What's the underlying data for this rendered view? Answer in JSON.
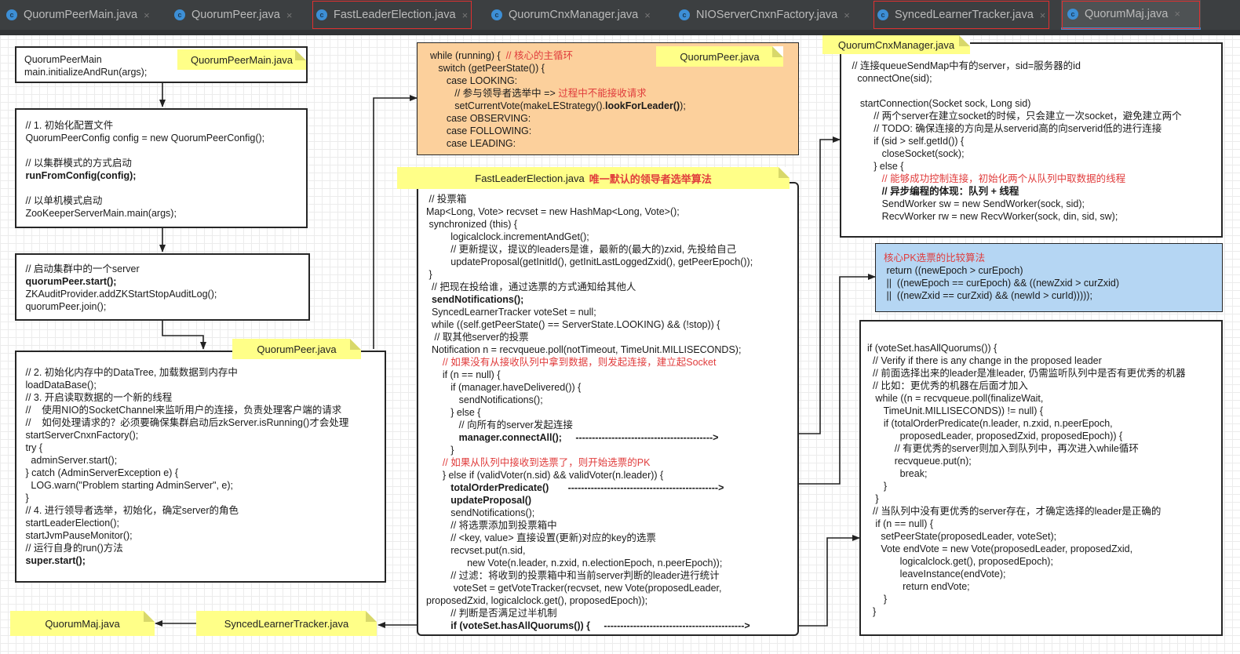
{
  "tabs": [
    {
      "label": "QuorumPeerMain.java",
      "close": "×"
    },
    {
      "label": "QuorumPeer.java",
      "close": "×"
    },
    {
      "label": "FastLeaderElection.java",
      "close": "×"
    },
    {
      "label": "QuorumCnxManager.java",
      "close": "×"
    },
    {
      "label": "NIOServerCnxnFactory.java",
      "close": "×"
    },
    {
      "label": "SyncedLearnerTracker.java",
      "close": "×"
    },
    {
      "label": "QuorumMaj.java",
      "close": "×"
    }
  ],
  "notes": {
    "main": "QuorumPeerMain.java",
    "peer_top": "QuorumPeer.java",
    "peer_left": "QuorumPeer.java",
    "cnx": "QuorumCnxManager.java",
    "fle": "FastLeaderElection.java",
    "fle_red": "唯一默认的领导者选举算法",
    "maj": "QuorumMaj.java",
    "synced": "SyncedLearnerTracker.java"
  },
  "box_main": [
    "QuorumPeerMain",
    "main.initializeAndRun(args);"
  ],
  "box_config": [
    " // 1. 初始化配置文件",
    " QuorumPeerConfig config = new QuorumPeerConfig();",
    "",
    " // 以集群模式的方式启动",
    " runFromConfig(config);",
    "",
    " // 以单机模式启动",
    " ZooKeeperServerMain.main(args);"
  ],
  "box_start": [
    " // 启动集群中的一个server",
    " quorumPeer.start();",
    " ZKAuditProvider.addZKStartStopAuditLog();",
    " quorumPeer.join();"
  ],
  "box_peer": [
    " // 2. 初始化内存中的DataTree, 加载数据到内存中",
    " loadDataBase();",
    " // 3. 开启读取数据的一个新的线程",
    " //    使用NIO的SocketChannel来监听用户的连接，负责处理客户端的请求",
    " //    如何处理请求的？必须要确保集群启动后zkServer.isRunning()才会处理",
    " startServerCnxnFactory();",
    " try {",
    "   adminServer.start();",
    " } catch (AdminServerException e) {",
    "   LOG.warn(\"Problem starting AdminServer\", e);",
    " }",
    " // 4. 进行领导者选举，初始化，确定server的角色",
    " startLeaderElection();",
    " startJvmPauseMonitor();",
    " // 运行自身的run()方法",
    " super.start();"
  ],
  "box_loop": [
    "while (running) {  ",
    "   switch (getPeerState()) {",
    "      case LOOKING:",
    "         // 参与领导者选举中 => ",
    "         setCurrentVote(makeLEStrategy().",
    "      case OBSERVING:",
    "      case FOLLOWING:",
    "      case LEADING:"
  ],
  "box_loop_inline": {
    "comment_red": "// 核心的主循环",
    "no_request_red": "过程中不能接收请求",
    "lookfor": "lookForLeader()",
    "tail": ");"
  },
  "box_fle": [
    " // 投票箱",
    "Map<Long, Vote> recvset = new HashMap<Long, Vote>();",
    " synchronized (this) {",
    "         logicalclock.incrementAndGet();",
    "         // 更新提议，提议的leaders是谁，最新的(最大的)zxid, 先投给自己",
    "         updateProposal(getInitId(), getInitLastLoggedZxid(), getPeerEpoch());",
    " }",
    "  // 把现在投给谁，通过选票的方式通知给其他人",
    "  sendNotifications();",
    "  SyncedLearnerTracker voteSet = null;",
    "  while ((self.getPeerState() == ServerState.LOOKING) && (!stop)) {",
    "   // 取其他server的投票",
    "  Notification n = recvqueue.poll(notTimeout, TimeUnit.MILLISECONDS);",
    "      // 如果没有从接收队列中拿到数据，则发起连接，建立起Socket",
    "      if (n == null) {",
    "         if (manager.haveDelivered()) {",
    "            sendNotifications();",
    "         } else {",
    "            // 向所有的server发起连接",
    "            manager.connectAll();     ------------------------------------------>",
    "         }",
    "      // 如果从队列中接收到选票了，则开始选票的PK",
    "      } else if (validVoter(n.sid) && validVoter(n.leader)) {",
    "         totalOrderPredicate()       ---------------------------------------------->",
    "         updateProposal()",
    "         sendNotifications();",
    "         // 将选票添加到投票箱中",
    "         // <key, value> 直接设置(更新)对应的key的选票",
    "         recvset.put(n.sid,",
    "               new Vote(n.leader, n.zxid, n.electionEpoch, n.peerEpoch));",
    "         // 过滤：将收到的投票箱中和当前server判断的leader进行统计",
    "          voteSet = getVoteTracker(recvset, new Vote(proposedLeader,",
    "proposedZxid, logicalclock.get(), proposedEpoch));",
    "         // 判断是否满足过半机制",
    "         if (voteSet.hasAllQuorums()) {     ------------------------------------------->"
  ],
  "box_cnx": [
    " // 连接queueSendMap中有的server，sid=服务器的id",
    "   connectOne(sid);",
    "",
    "    startConnection(Socket sock, Long sid)",
    "         // 两个server在建立socket的时候，只会建立一次socket，避免建立两个",
    "         // TODO: 确保连接的方向是从serverid高的向serverid低的进行连接",
    "         if (sid > self.getId()) {",
    "            closeSocket(sock);",
    "         } else {",
    "            // 能够成功控制连接，初始化两个从队列中取数据的线程",
    "            // 异步编程的体现：队列 + 线程",
    "            SendWorker sw = new SendWorker(sock, sid);",
    "            RecvWorker rw = new RecvWorker(sock, din, sid, sw);"
  ],
  "box_pk": [
    "核心PK选票的比较算法",
    " return ((newEpoch > curEpoch)",
    " ||  ((newEpoch == curEpoch) && ((newZxid > curZxid)",
    " ||  ((newZxid == curZxid) && (newId > curId)))));"
  ],
  "box_quorum": [
    "if (voteSet.hasAllQuorums()) {",
    "  // Verify if there is any change in the proposed leader",
    "  // 前面选择出来的leader是准leader, 仍需监听队列中是否有更优秀的机器",
    "  // 比如：更优秀的机器在后面才加入",
    "   while ((n = recvqueue.poll(finalizeWait,",
    "      TimeUnit.MILLISECONDS)) != null) {",
    "      if (totalOrderPredicate(n.leader, n.zxid, n.peerEpoch,",
    "            proposedLeader, proposedZxid, proposedEpoch)) {",
    "          // 有更优秀的server则加入到队列中，再次进入while循环",
    "          recvqueue.put(n);",
    "            break;",
    "      }",
    "   }",
    "  // 当队列中没有更优秀的server存在，才确定选择的leader是正确的",
    "   if (n == null) {",
    "     setPeerState(proposedLeader, voteSet);",
    "     Vote endVote = new Vote(proposedLeader, proposedZxid,",
    "            logicalclock.get(), proposedEpoch);",
    "            leaveInstance(endVote);",
    "             return endVote;",
    "      }",
    "  }"
  ]
}
